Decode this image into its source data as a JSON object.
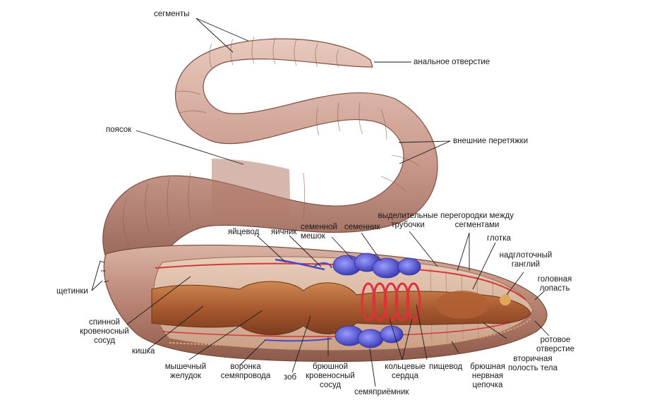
{
  "labels": {
    "segments": "сегменты",
    "anus": "анальное отверстие",
    "clitellum": "поясок",
    "external_constrictions": "внешние перетяжки",
    "excretory_tubules": "выделительные трубочки",
    "septa": "перегородки между сегментами",
    "oviduct": "яйцевод",
    "ovary": "яичник",
    "seminal_vesicle": "семенной мешок",
    "testis": "семенник",
    "pharynx": "глотка",
    "supraesophageal_ganglion": "надглоточный ганглий",
    "prostomium": "головная лопасть",
    "mouth": "ротовое отверстие",
    "setae": "щетинки",
    "dorsal_vessel": "спинной кровеносный сосуд",
    "intestine": "кишка",
    "gizzard": "мышечный желудок",
    "sperm_funnel": "воронка семяпровода",
    "crop": "зоб",
    "ventral_vessel": "брюшной кровеносный сосуд",
    "seminal_receptacle": "семяприёмник",
    "hearts": "кольцевые сердца",
    "esophagus": "пищевод",
    "nerve_cord": "брюшная нервная цепочка",
    "coelom": "вторичная полость тела"
  },
  "colors": {
    "worm_skin": "#c99a8c",
    "worm_shadow": "#8a5848",
    "gut": "#b5683a",
    "hearts": "#e0303a",
    "reproductive": "#5a5ad0",
    "leader_line": "#1a1a1a"
  }
}
